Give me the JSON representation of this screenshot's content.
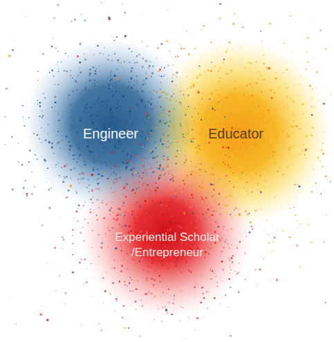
{
  "diagram": {
    "nodes": [
      {
        "text": [
          "Engineer"
        ]
      },
      {
        "text": [
          "Educator"
        ]
      },
      {
        "text": [
          "Experiential Scholar /Entrepreneur"
        ]
      }
    ]
  }
}
